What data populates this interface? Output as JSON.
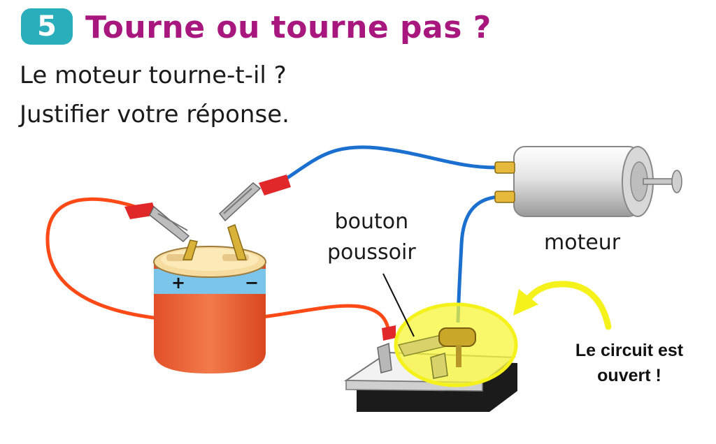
{
  "header": {
    "number": "5",
    "title": "Tourne ou tourne pas ?"
  },
  "questions": [
    "Le moteur tourne-t-il ?",
    "Justifier votre réponse."
  ],
  "labels": {
    "button_line1": "bouton",
    "button_line2": "poussoir",
    "motor": "moteur",
    "battery_plus": "+",
    "battery_minus": "−"
  },
  "annotation": {
    "line1": "Le circuit est",
    "line2": "ouvert !"
  },
  "colors": {
    "badge": "#2aaebc",
    "title": "#a8177d",
    "wire_red": "#ff4a17",
    "wire_blue": "#1b6fcf",
    "highlight": "#f4f21a",
    "battery_body": "#f0673a",
    "battery_band": "#7cc5ea"
  }
}
